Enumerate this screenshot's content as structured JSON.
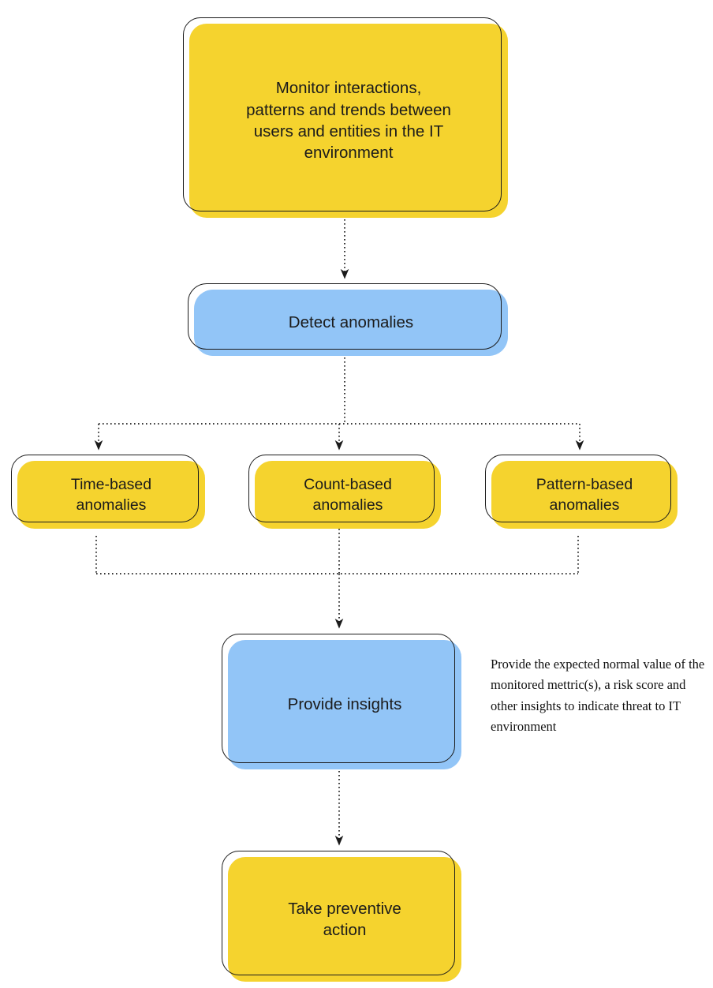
{
  "diagram": {
    "title": "UEBA anomaly detection flow",
    "palette": {
      "yellow": "#F5D32E",
      "blue": "#92C5F7",
      "outline": "#1b1b1b",
      "text": "#1b1b1b",
      "background": "#ffffff",
      "connector": "#1b1b1b"
    },
    "nodes": {
      "monitor": {
        "label": "Monitor interactions,\npatterns and trends between\nusers and entities in the IT\nenvironment",
        "color": "yellow"
      },
      "detect": {
        "label": "Detect anomalies",
        "color": "blue"
      },
      "time_based": {
        "label": "Time-based\nanomalies",
        "color": "yellow"
      },
      "count_based": {
        "label": "Count-based\nanomalies",
        "color": "yellow"
      },
      "pattern_based": {
        "label": "Pattern-based\nanomalies",
        "color": "yellow"
      },
      "insights": {
        "label": "Provide insights",
        "color": "blue"
      },
      "action": {
        "label": "Take preventive\naction",
        "color": "yellow"
      }
    },
    "annotations": {
      "insights_note": "Provide the expected normal value of the monitored mettric(s), a risk score and other insights to indicate threat to IT environment"
    },
    "edges": [
      {
        "from": "monitor",
        "to": "detect",
        "style": "dotted",
        "arrow": true
      },
      {
        "from": "detect",
        "to": "time_based",
        "style": "dotted",
        "arrow": true
      },
      {
        "from": "detect",
        "to": "count_based",
        "style": "dotted",
        "arrow": true
      },
      {
        "from": "detect",
        "to": "pattern_based",
        "style": "dotted",
        "arrow": true
      },
      {
        "from": "time_based",
        "to": "insights",
        "style": "dotted",
        "arrow": true
      },
      {
        "from": "count_based",
        "to": "insights",
        "style": "dotted",
        "arrow": true
      },
      {
        "from": "pattern_based",
        "to": "insights",
        "style": "dotted",
        "arrow": true
      },
      {
        "from": "insights",
        "to": "action",
        "style": "dotted",
        "arrow": true
      }
    ]
  }
}
